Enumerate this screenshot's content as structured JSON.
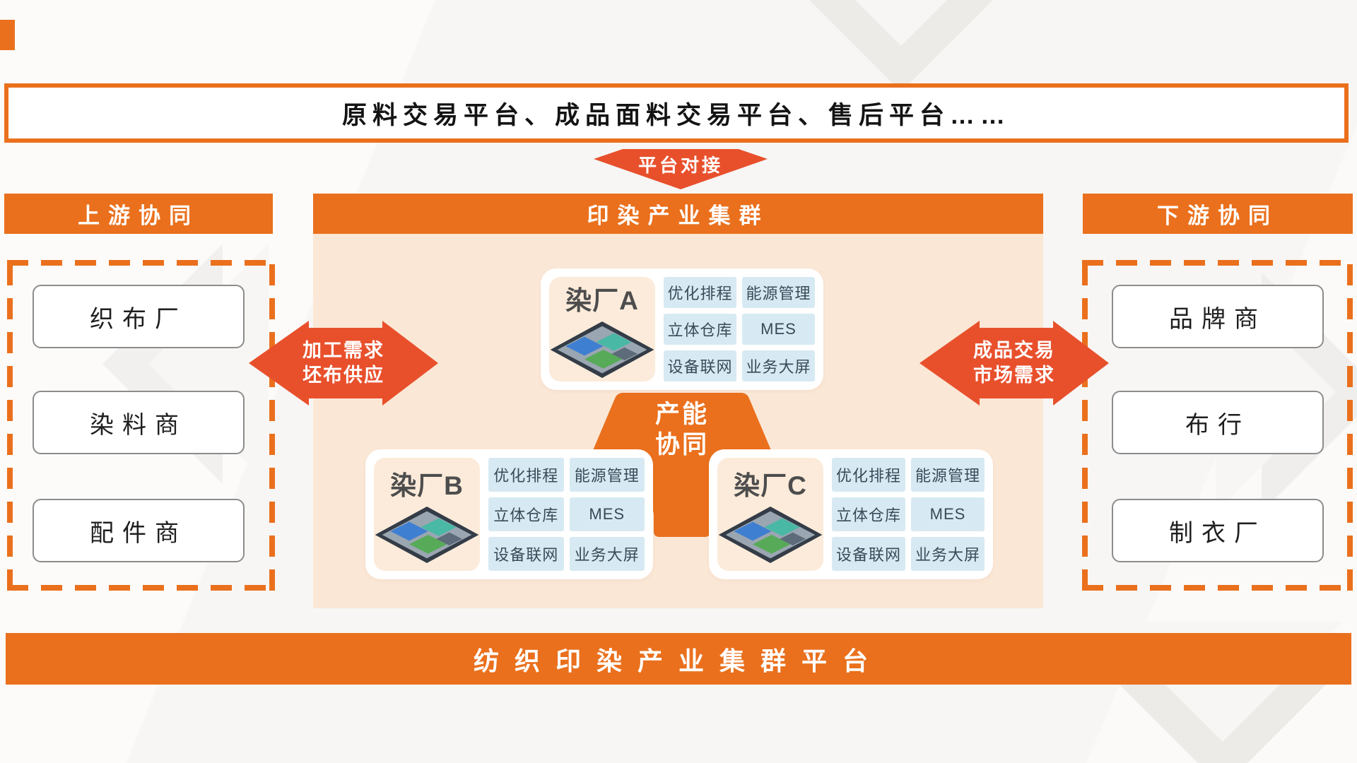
{
  "top_banner": {
    "text": "原料交易平台、成品面料交易平台、售后平台……"
  },
  "platform_connector": {
    "label": "平台对接"
  },
  "headers": {
    "upstream": "上游协同",
    "cluster": "印染产业集群",
    "downstream": "下游协同"
  },
  "upstream": {
    "items": [
      "织布厂",
      "染料商",
      "配件商"
    ]
  },
  "downstream": {
    "items": [
      "品牌商",
      "布行",
      "制衣厂"
    ]
  },
  "cluster": {
    "capacity": {
      "line1": "产能",
      "line2": "协同"
    },
    "factories": [
      {
        "name": "染厂A",
        "tags": [
          "优化排程",
          "能源管理",
          "立体仓库",
          "MES",
          "设备联网",
          "业务大屏"
        ]
      },
      {
        "name": "染厂B",
        "tags": [
          "优化排程",
          "能源管理",
          "立体仓库",
          "MES",
          "设备联网",
          "业务大屏"
        ]
      },
      {
        "name": "染厂C",
        "tags": [
          "优化排程",
          "能源管理",
          "立体仓库",
          "MES",
          "设备联网",
          "业务大屏"
        ]
      }
    ]
  },
  "flows": {
    "left": {
      "line1": "加工需求",
      "line2": "坯布供应"
    },
    "right": {
      "line1": "成品交易",
      "line2": "市场需求"
    }
  },
  "bottom_bar": {
    "text": "纺织印染产业集群平台"
  },
  "colors": {
    "orange": "#EA701D",
    "arrow_red": "#E8502C",
    "panel_peach": "#FBE7D6",
    "card_peach": "#FCEBDA",
    "tag_bg": "#D7EAF3",
    "tag_text": "#3A4A58"
  }
}
